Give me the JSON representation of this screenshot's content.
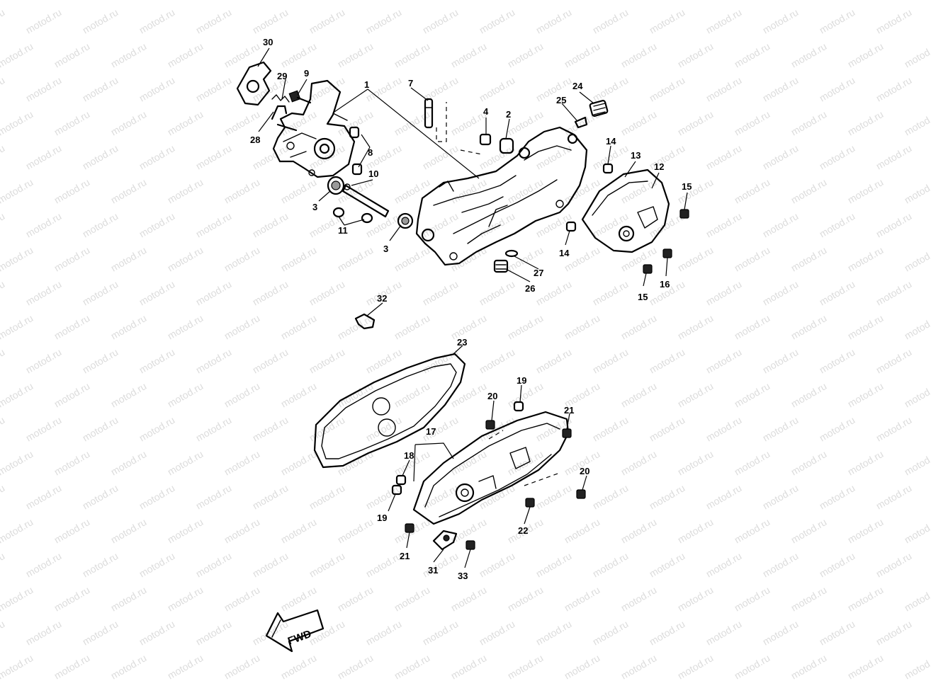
{
  "watermark": "motod.ru",
  "direction_label": "FWD",
  "callouts": [
    "1",
    "2",
    "3",
    "3",
    "4",
    "7",
    "8",
    "9",
    "10",
    "11",
    "12",
    "13",
    "14",
    "14",
    "15",
    "15",
    "16",
    "17",
    "18",
    "19",
    "19",
    "20",
    "20",
    "21",
    "21",
    "22",
    "23",
    "24",
    "25",
    "26",
    "27",
    "28",
    "29",
    "30",
    "31",
    "32",
    "33"
  ]
}
